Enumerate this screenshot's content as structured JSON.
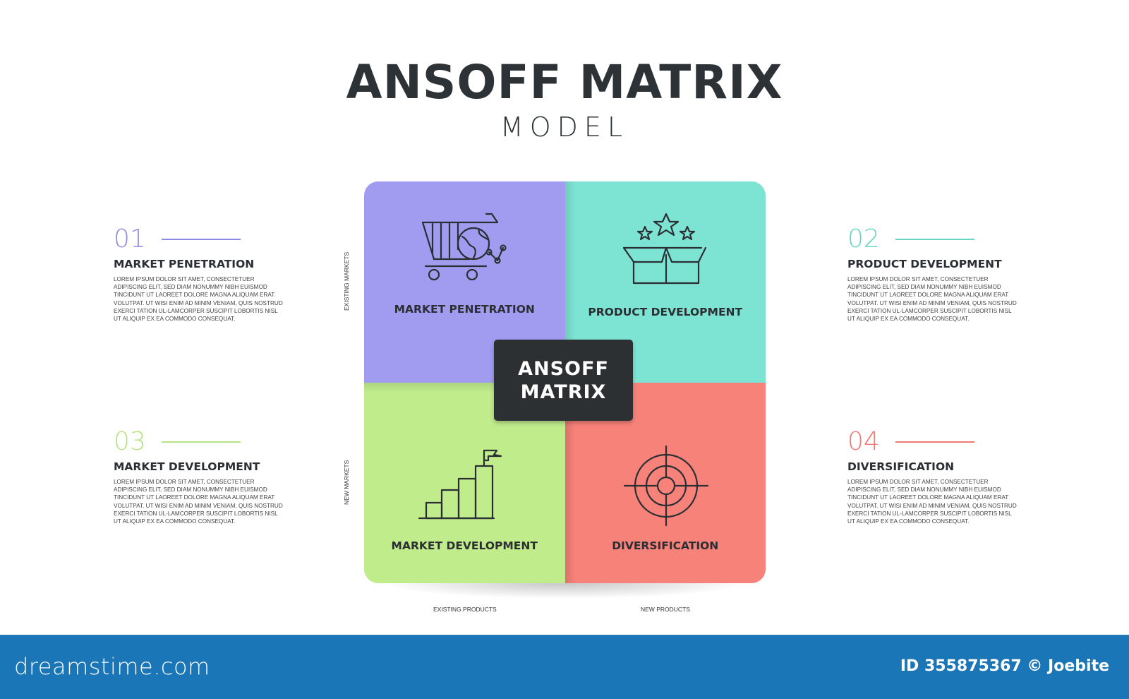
{
  "header": {
    "title": "ANSOFF MATRIX",
    "subtitle": "MODEL"
  },
  "colors": {
    "purple": "#a19cf0",
    "teal": "#7de3d3",
    "green": "#c0ec8c",
    "red": "#f7827a",
    "center": "#2d3033",
    "footer": "#1a76b6"
  },
  "sections": [
    {
      "number": "01",
      "title": "MARKET PENETRATION",
      "color": "#8f8ae8",
      "body": "LOREM IPSUM DOLOR SIT AMET, CONSECTETUER ADIPISCING ELIT, SED DIAM NONUMMY NIBH EUISMOD TINCIDUNT UT LAOREET DOLORE MAGNA ALIQUAM ERAT VOLUTPAT. UT WISI ENIM AD MINIM VENIAM, QUIS NOSTRUD EXERCI TATION UL-LAMCORPER SUSCIPIT LOBORTIS NISL UT ALIQUIP EX EA COMMODO CONSEQUAT."
    },
    {
      "number": "02",
      "title": "PRODUCT DEVELOPMENT",
      "color": "#69d5c4",
      "body": "LOREM IPSUM DOLOR SIT AMET, CONSECTETUER ADIPISCING ELIT, SED DIAM NONUMMY NIBH EUISMOD TINCIDUNT UT LAOREET DOLORE MAGNA ALIQUAM ERAT VOLUTPAT. UT WISI ENIM AD MINIM VENIAM, QUIS NOSTRUD EXERCI TATION UL-LAMCORPER SUSCIPIT LOBORTIS NISL UT ALIQUIP EX EA COMMODO CONSEQUAT."
    },
    {
      "number": "03",
      "title": "MARKET DEVELOPMENT",
      "color": "#b6e483",
      "body": "LOREM IPSUM DOLOR SIT AMET, CONSECTETUER ADIPISCING ELIT, SED DIAM NONUMMY NIBH EUISMOD TINCIDUNT UT LAOREET DOLORE MAGNA ALIQUAM ERAT VOLUTPAT. UT WISI ENIM AD MINIM VENIAM, QUIS NOSTRUD EXERCI TATION UL-LAMCORPER SUSCIPIT LOBORTIS NISL UT ALIQUIP EX EA COMMODO CONSEQUAT."
    },
    {
      "number": "04",
      "title": "DIVERSIFICATION",
      "color": "#f07a72",
      "body": "LOREM IPSUM DOLOR SIT AMET, CONSECTETUER ADIPISCING ELIT, SED DIAM NONUMMY NIBH EUISMOD TINCIDUNT UT LAOREET DOLORE MAGNA ALIQUAM ERAT VOLUTPAT. UT WISI ENIM AD MINIM VENIAM, QUIS NOSTRUD EXERCI TATION UL-LAMCORPER SUSCIPIT LOBORTIS NISL UT ALIQUIP EX EA COMMODO CONSEQUAT."
    }
  ],
  "matrix": {
    "center_line1": "ANSOFF",
    "center_line2": "MATRIX",
    "quadrants": [
      {
        "label": "MARKET PENETRATION",
        "icon": "cart-globe-icon"
      },
      {
        "label": "PRODUCT DEVELOPMENT",
        "icon": "box-stars-icon"
      },
      {
        "label": "MARKET DEVELOPMENT",
        "icon": "bar-steps-flag-icon"
      },
      {
        "label": "DIVERSIFICATION",
        "icon": "target-crosshair-icon"
      }
    ],
    "axes": {
      "existing_markets": "EXISTING MARKETS",
      "new_markets": "NEW MARKETS",
      "existing_products": "EXISTING PRODUCTS",
      "new_products": "NEW PRODUCTS"
    }
  },
  "footer": {
    "brand": "dreamstime.com",
    "id_text": "ID 355875367 © Joebite"
  }
}
